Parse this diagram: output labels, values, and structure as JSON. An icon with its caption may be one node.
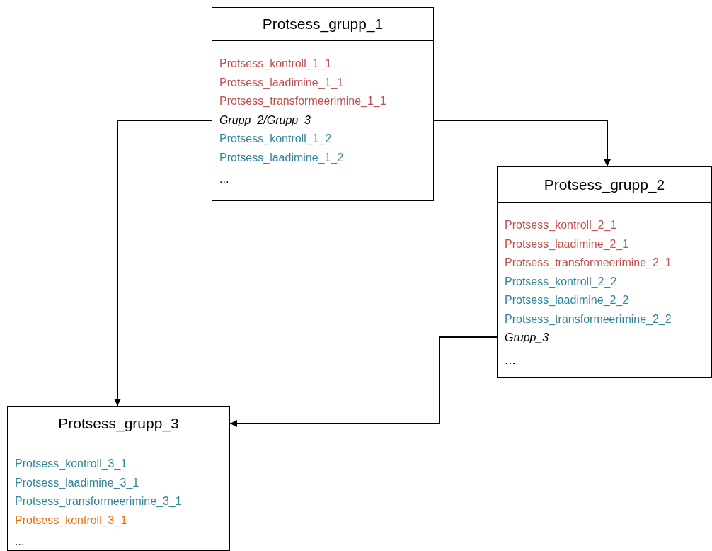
{
  "diagram": {
    "nodes": [
      {
        "text": [
          "Protsess_grupp_1",
          "Protsess_kontroll_1_1",
          "Protsess_laadimine_1_1",
          "Protsess_transformeerimine_1_1",
          "Grupp_2/Grupp_3",
          "Protsess_kontroll_1_2",
          "Protsess_laadimine_1_2",
          "..."
        ]
      },
      {
        "text": [
          "Protsess_grupp_2",
          "Protsess_kontroll_2_1",
          "Protsess_laadimine_2_1",
          "Protsess_transformeerimine_2_1",
          "Protsess_kontroll_2_2",
          "Protsess_laadimine_2_2",
          "Protsess_transformeerimine_2_2",
          "Grupp_3",
          "..."
        ]
      },
      {
        "text": [
          "Protsess_grupp_3",
          "Protsess_kontroll_3_1",
          "Protsess_laadimine_3_1",
          "Protsess_transformeerimine_3_1",
          "Protsess_kontroll_3_1",
          "..."
        ]
      }
    ],
    "edges": [
      {
        "from": 0,
        "to": 2,
        "arrow": "to"
      },
      {
        "from": 0,
        "to": 1,
        "arrow": "to"
      },
      {
        "from": 1,
        "to": 2,
        "arrow": "to"
      }
    ]
  }
}
